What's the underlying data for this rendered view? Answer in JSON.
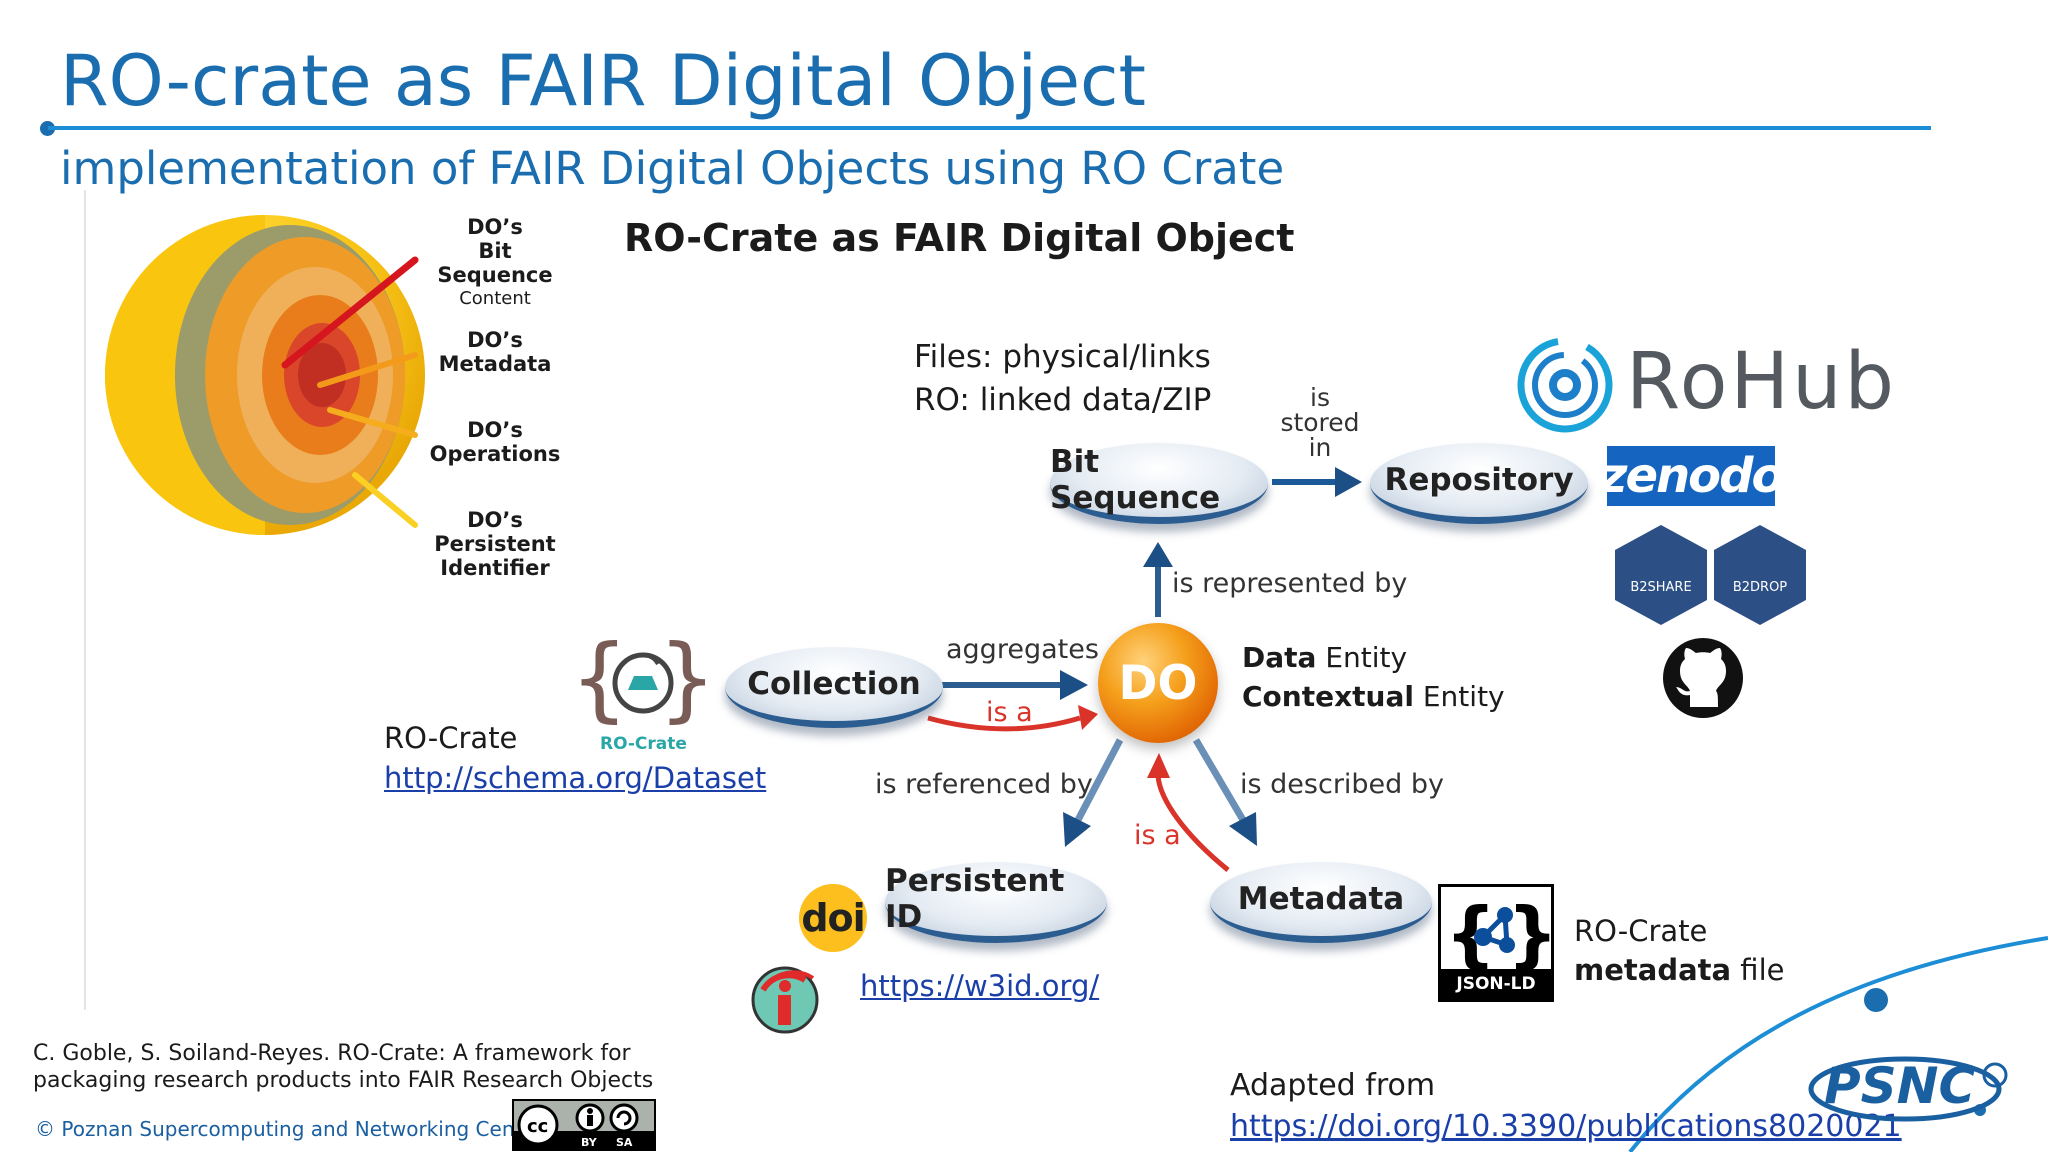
{
  "slide": {
    "title": "RO-crate as FAIR Digital Object",
    "subtitle": "implementation of FAIR Digital Objects using RO Crate"
  },
  "diagram": {
    "title": "RO-Crate as FAIR Digital Object",
    "core_labels": [
      {
        "line1": "DO’s",
        "line2": "Bit Sequence",
        "line3": "Content"
      },
      {
        "line1": "DO’s",
        "line2": "Metadata"
      },
      {
        "line1": "DO’s",
        "line2": "Operations"
      },
      {
        "line1": "DO’s",
        "line2": "Persistent Identifier"
      }
    ],
    "nodes": {
      "bit_sequence": "Bit Sequence",
      "repository": "Repository",
      "collection": "Collection",
      "do": "DO",
      "persistent_id": "Persistent ID",
      "metadata": "Metadata"
    },
    "relations": {
      "is_stored_in": [
        "is",
        "stored",
        "in"
      ],
      "is_represented_by": "is represented by",
      "aggregates": "aggregates",
      "is_a_collection": "is a",
      "is_referenced_by": "is referenced by",
      "is_described_by": "is described by",
      "is_a_metadata": "is a"
    },
    "files_note": [
      "Files: physical/links",
      "RO: linked data/ZIP"
    ],
    "entities": {
      "data_bold": "Data",
      "data_rest": " Entity",
      "contextual_bold": "Contextual",
      "contextual_rest": " Entity"
    },
    "ro_crate": {
      "label": "RO-Crate",
      "link": "http://schema.org/Dataset",
      "logo_caption": "RO-Crate"
    },
    "w3id_link": "https://w3id.org/",
    "doi_logo": "doi",
    "jsonld": {
      "caption": "JSON-LD",
      "note_line1": "RO-Crate",
      "note_bold": "metadata",
      "note_rest": " file"
    },
    "repositories": {
      "rohub": "RoHub",
      "zenodo": "zenodo",
      "b2share": "B2SHARE",
      "b2drop": "B2DROP"
    }
  },
  "footer": {
    "credit_line1": "C. Goble, S. Soiland-Reyes. RO-Crate: A framework for",
    "credit_line2": "packaging research products into FAIR Research Objects",
    "copyright": "© Poznan Supercomputing and Networking Center",
    "adapted_label": "Adapted from",
    "adapted_link": "https://doi.org/10.3390/publications8020021",
    "psnc_logo": "PSNC",
    "license_icons": [
      "cc-icon",
      "by-icon",
      "sa-icon"
    ]
  }
}
